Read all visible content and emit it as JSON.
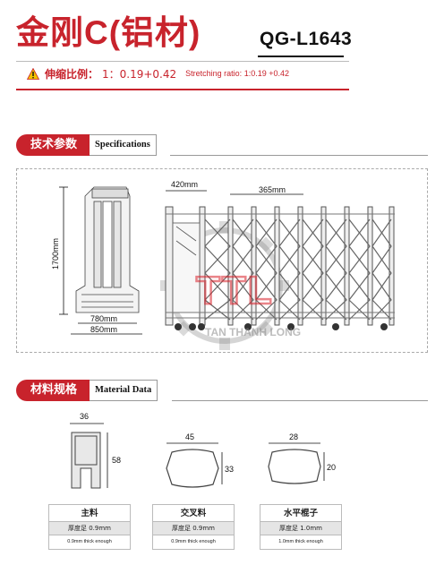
{
  "header": {
    "title": "金刚C(铝材)",
    "model": "QG-L1643"
  },
  "stretch": {
    "label_cn": "伸缩比例：",
    "value": "1：0.19+0.42",
    "label_en": "Stretching ratio: 1:0.19 +0.42",
    "icon": "warning-icon"
  },
  "specifications": {
    "tab_cn": "技术参数",
    "tab_en": "Specifications",
    "dims": {
      "height": "1700mm",
      "bottom_inner": "780mm",
      "bottom_outer": "850mm",
      "unit_left": "420mm",
      "unit_right": "365mm"
    },
    "watermark": {
      "letters": "TTL",
      "subtitle": "TAN THANH LONG"
    }
  },
  "material": {
    "tab_cn": "材料规格",
    "tab_en": "Material Data",
    "profiles": [
      {
        "name": "主料",
        "thickness": "厚度足 0.9mm",
        "thickness_en": "0.9mm thick enough",
        "width": "36",
        "height": "58"
      },
      {
        "name": "交叉料",
        "thickness": "厚度足 0.9mm",
        "thickness_en": "0.9mm thick enough",
        "width": "45",
        "height": "33"
      },
      {
        "name": "水平棍子",
        "thickness": "厚度足 1.0mm",
        "thickness_en": "1.0mm thick enough",
        "width": "28",
        "height": "20"
      }
    ]
  },
  "colors": {
    "accent": "#c8232c",
    "watermark": "#d9202a"
  }
}
